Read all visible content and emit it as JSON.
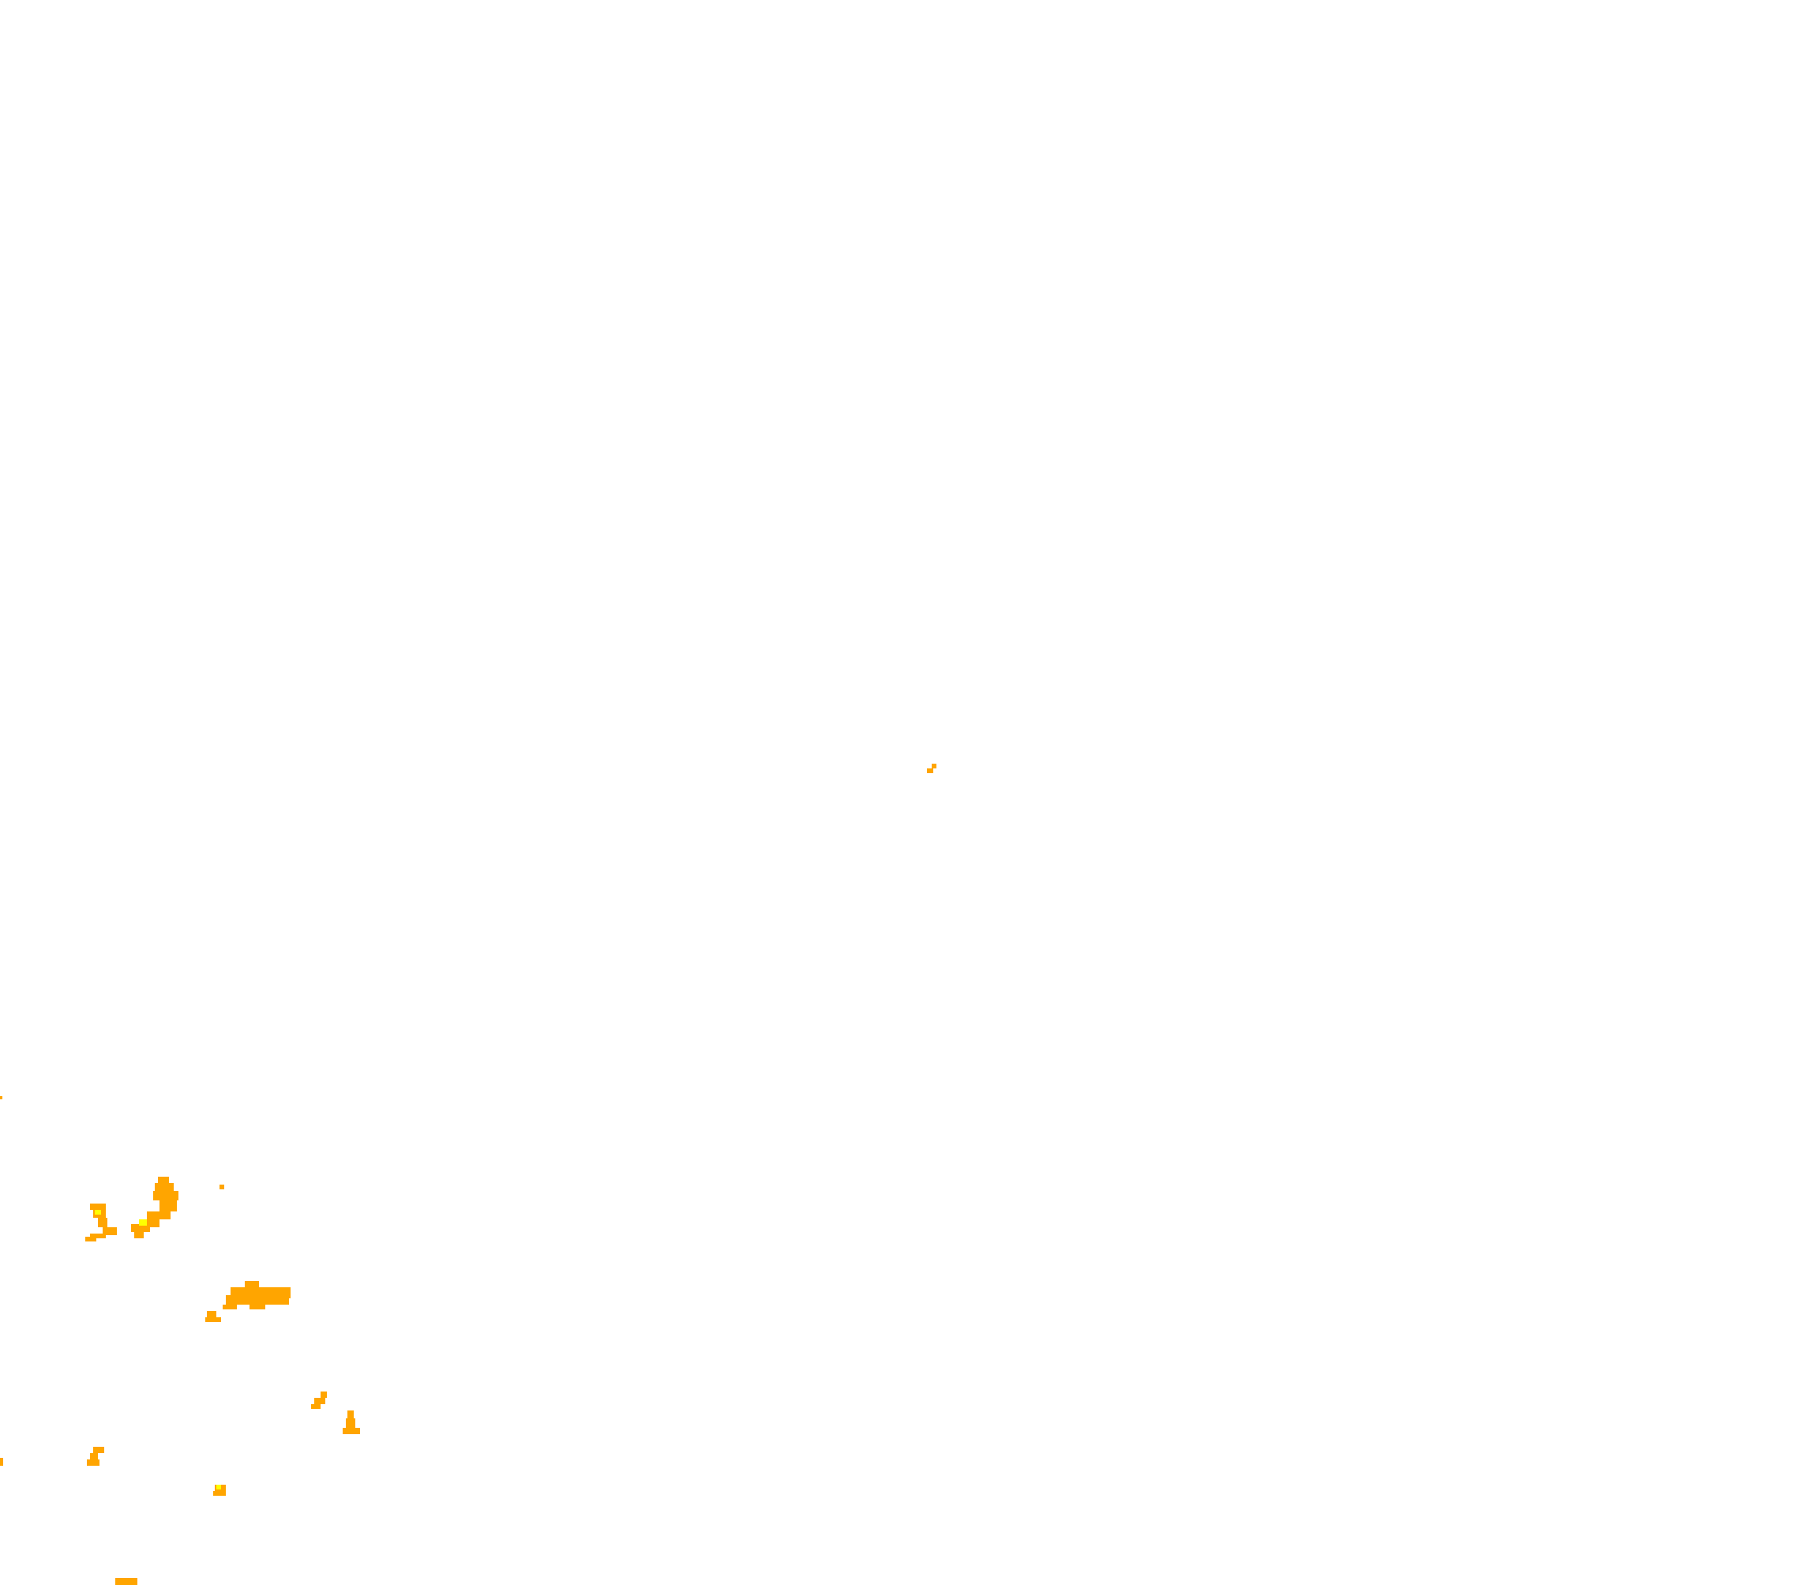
{
  "map": {
    "background_color": "#ffffff",
    "colors": {
      "medium": "#ffa500",
      "low": "#ffff00"
    },
    "features": [
      {
        "name": "speck-center",
        "level": "medium"
      },
      {
        "name": "speck-left-edge-upper",
        "level": "medium"
      },
      {
        "name": "cluster-far-left",
        "level": "medium"
      },
      {
        "name": "cluster-left-tall",
        "level": "medium"
      },
      {
        "name": "dot-small",
        "level": "medium"
      },
      {
        "name": "cluster-horizontal",
        "level": "medium"
      },
      {
        "name": "cluster-small-left",
        "level": "medium"
      },
      {
        "name": "speck-small",
        "level": "medium"
      },
      {
        "name": "cluster-tri",
        "level": "medium"
      },
      {
        "name": "cluster-lower-left",
        "level": "medium"
      },
      {
        "name": "speck-left-edge-lower",
        "level": "medium"
      },
      {
        "name": "cluster-lower-mid",
        "level": "medium"
      },
      {
        "name": "cluster-bottom-edge",
        "level": "medium"
      },
      {
        "name": "core-far-left",
        "level": "low"
      },
      {
        "name": "core-left-tall",
        "level": "low"
      },
      {
        "name": "core-lower-mid",
        "level": "low"
      }
    ]
  }
}
